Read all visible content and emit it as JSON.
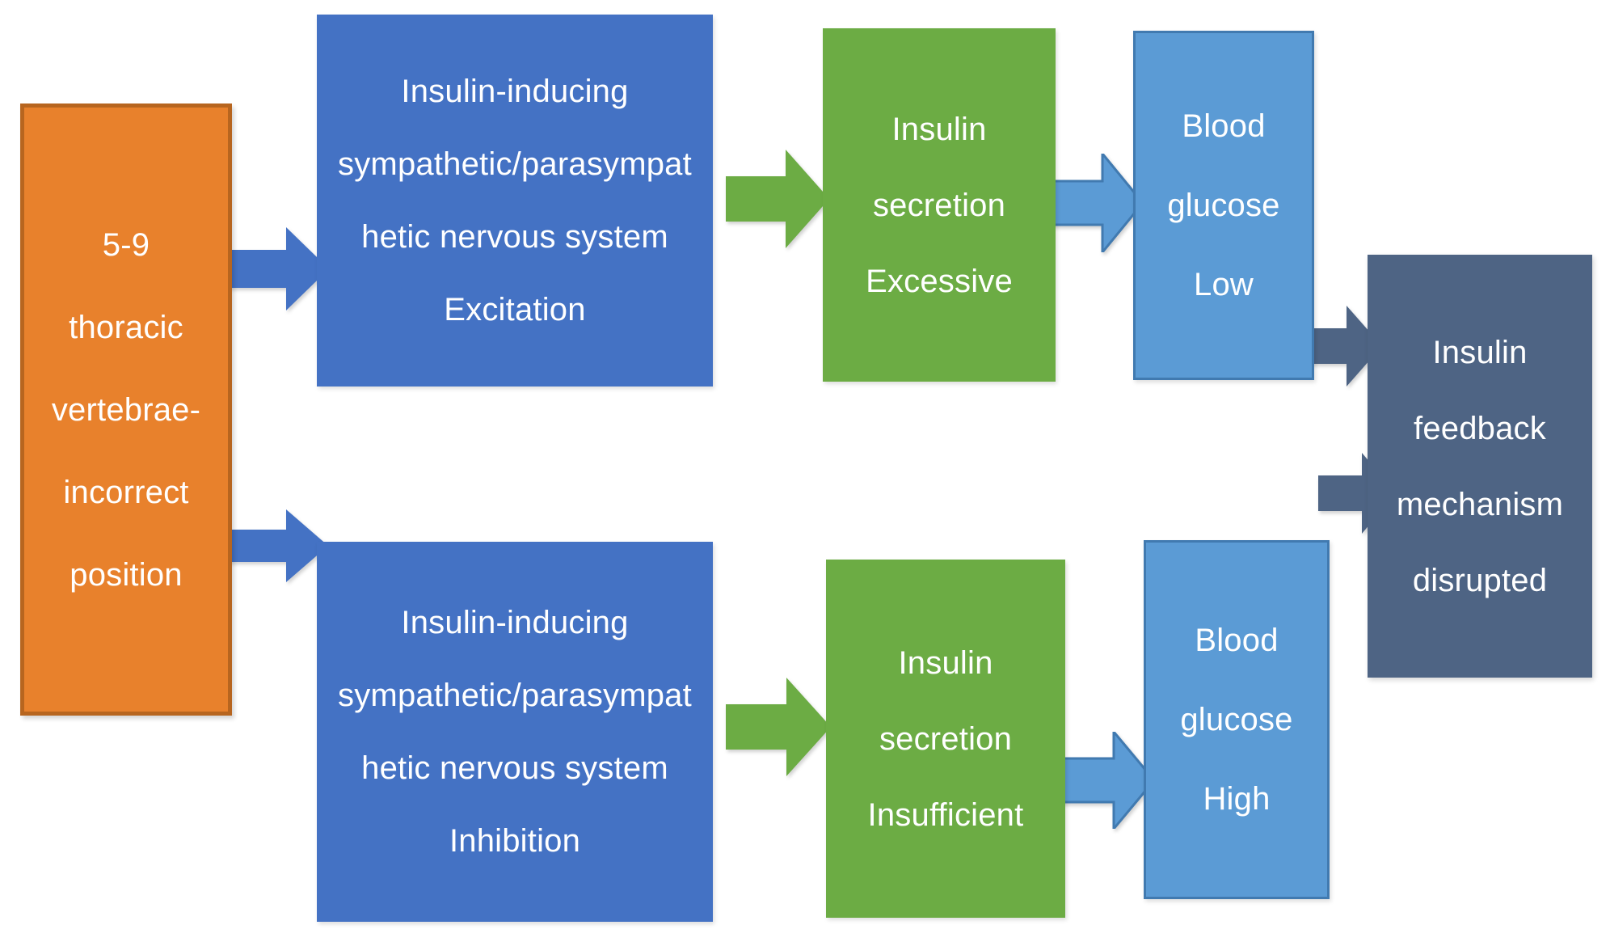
{
  "diagram": {
    "title": "Insulin feedback mechanism disruption flowchart",
    "palette": {
      "orange": "#e8812c",
      "orange_border": "#b7651f",
      "blue": "#4472c4",
      "green": "#6cac44",
      "light_blue": "#5b9bd5",
      "light_blue_border": "#417ab0",
      "slate": "#4e6484",
      "background": "#ffffff",
      "text": "#ffffff"
    },
    "nodes": [
      {
        "id": "cause",
        "name": "thoracic-vertebrae-node",
        "color": "orange",
        "lines": [
          "5-9",
          "thoracic",
          "vertebrae-",
          "incorrect",
          "position"
        ]
      },
      {
        "id": "ans-excitation",
        "name": "nervous-system-excitation-node",
        "color": "blue",
        "lines": [
          "Insulin-inducing",
          "sympathetic/parasympat",
          "hetic nervous system",
          "Excitation"
        ]
      },
      {
        "id": "secretion-excessive",
        "name": "insulin-secretion-excessive-node",
        "color": "green",
        "lines": [
          "Insulin",
          "secretion",
          "Excessive"
        ]
      },
      {
        "id": "glucose-low",
        "name": "blood-glucose-low-node",
        "color": "light_blue",
        "lines": [
          "Blood",
          "glucose",
          "Low"
        ]
      },
      {
        "id": "ans-inhibition",
        "name": "nervous-system-inhibition-node",
        "color": "blue",
        "lines": [
          "Insulin-inducing",
          "sympathetic/parasympat",
          "hetic nervous system",
          "Inhibition"
        ]
      },
      {
        "id": "secretion-insufficient",
        "name": "insulin-secretion-insufficient-node",
        "color": "green",
        "lines": [
          "Insulin",
          "secretion",
          "Insufficient"
        ]
      },
      {
        "id": "glucose-high",
        "name": "blood-glucose-high-node",
        "color": "light_blue",
        "lines": [
          "Blood",
          "glucose",
          "High"
        ]
      },
      {
        "id": "outcome",
        "name": "insulin-feedback-disrupted-node",
        "color": "slate",
        "lines": [
          "Insulin",
          "feedback",
          "mechanism",
          "disrupted"
        ]
      }
    ],
    "arrows": [
      {
        "id": "a1",
        "name": "arrow-cause-to-excitation",
        "from": "cause",
        "to": "ans-excitation",
        "color": "#4472c4"
      },
      {
        "id": "a2",
        "name": "arrow-excitation-to-secretion-excessive",
        "from": "ans-excitation",
        "to": "secretion-excessive",
        "color": "#6cac44"
      },
      {
        "id": "a3",
        "name": "arrow-secretion-excessive-to-glucose-low",
        "from": "secretion-excessive",
        "to": "glucose-low",
        "color": "#5b9bd5"
      },
      {
        "id": "a4",
        "name": "arrow-glucose-low-to-outcome",
        "from": "glucose-low",
        "to": "outcome",
        "color": "#4e6484"
      },
      {
        "id": "a5",
        "name": "arrow-cause-to-inhibition",
        "from": "cause",
        "to": "ans-inhibition",
        "color": "#4472c4"
      },
      {
        "id": "a6",
        "name": "arrow-inhibition-to-secretion-insufficient",
        "from": "ans-inhibition",
        "to": "secretion-insufficient",
        "color": "#6cac44"
      },
      {
        "id": "a7",
        "name": "arrow-secretion-insufficient-to-glucose-high",
        "from": "secretion-insufficient",
        "to": "glucose-high",
        "color": "#5b9bd5"
      },
      {
        "id": "a8",
        "name": "arrow-glucose-high-to-outcome",
        "from": "glucose-high",
        "to": "outcome",
        "color": "#4e6484"
      }
    ]
  }
}
